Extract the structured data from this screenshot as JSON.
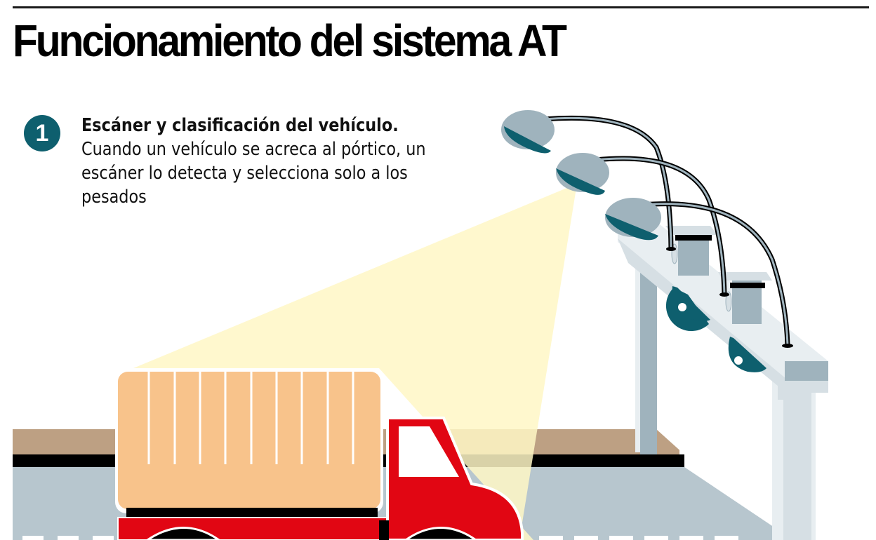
{
  "header": {
    "title": "Funcionamiento del sistema AT"
  },
  "steps": [
    {
      "number": "1",
      "title": "Escáner y clasificación del vehículo.",
      "body": "Cuando un vehículo se acreca al pórtico, un escáner lo detecta y selecciona solo a los pesados"
    }
  ],
  "illustration": {
    "elements": [
      "gantry-portico",
      "scanner-lamps",
      "cameras",
      "truck",
      "scan-beam",
      "road",
      "sidewalk"
    ],
    "colors": {
      "teal": "#0e5f6e",
      "lamp_gray": "#9fb3bd",
      "gantry_light": "#d6dfe4",
      "gantry_lighter": "#e8eef1",
      "beam_yellow": "#fff7c6",
      "truck_red": "#e10613",
      "cargo_orange": "#f8c38b",
      "road_gray": "#b7c6ce",
      "curb_brown": "#bda083",
      "black": "#000000"
    }
  }
}
